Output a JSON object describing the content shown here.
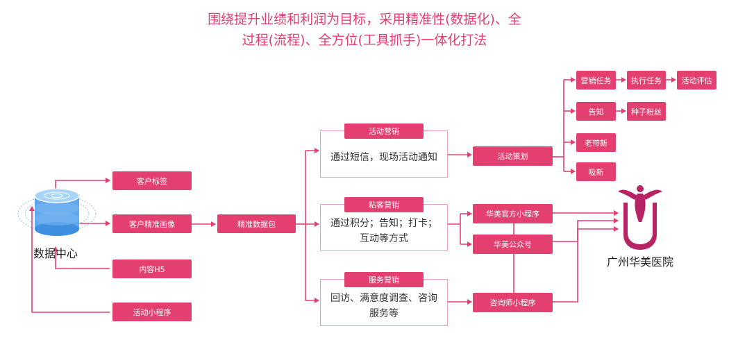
{
  "title": {
    "line1": "围绕提升业绩和利润为目标，采用精准性(数据化)、全",
    "line2": "过程(流程)、全方位(工具抓手)一体化打法"
  },
  "data_center": {
    "label": "数据中心"
  },
  "data_sources": [
    "客户标签",
    "客户精准画像",
    "内容H5",
    "活动小程序"
  ],
  "data_package": "精准数据包",
  "channels": [
    {
      "title": "活动营销",
      "text": "通过短信，现场活动通知"
    },
    {
      "title": "粘客营销",
      "text": "通过积分；告知；打卡；互动等方式"
    },
    {
      "title": "服务营销",
      "text": "回访、满意度调查、咨询服务等"
    }
  ],
  "activity_plan": "活动策划",
  "plan_items": {
    "marketing_task": "营销任务",
    "execute_task": "执行任务",
    "activity_eval": "活动评估",
    "notify": "告知",
    "seed_fans": "种子粉丝",
    "old_bring_new": "老带新",
    "attract_new": "吸新"
  },
  "touchpoints": [
    "华美官方小程序",
    "华美公众号",
    "咨询师小程序"
  ],
  "hospital": {
    "name": "广州华美医院"
  },
  "colors": {
    "accent": "#e33f70",
    "card_border": "#e7a3b6",
    "cylinder": "#3f8fe0"
  }
}
